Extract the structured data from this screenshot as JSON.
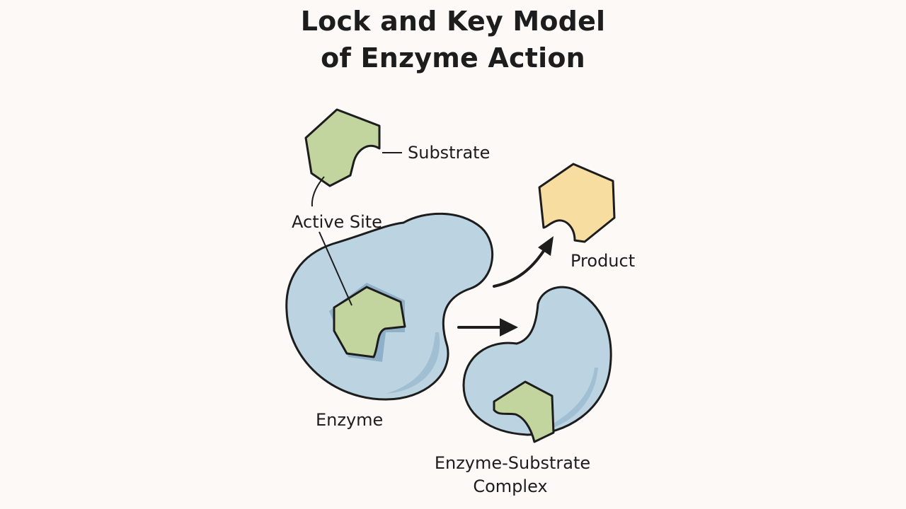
{
  "title": {
    "line1": "Lock and Key Model",
    "line2": "of Enzyme Action"
  },
  "labels": {
    "substrate": "Substrate",
    "active_site": "Active Site",
    "enzyme": "Enzyme",
    "product": "Product",
    "complex_line1": "Enzyme-Substrate",
    "complex_line2": "Complex"
  },
  "colors": {
    "background": "#fcf9f6",
    "enzyme_fill": "#bcd4e2",
    "enzyme_shade": "#8fb1c8",
    "substrate_fill": "#c3d59e",
    "product_fill": "#f7deA0",
    "outline": "#1d1d1d"
  }
}
